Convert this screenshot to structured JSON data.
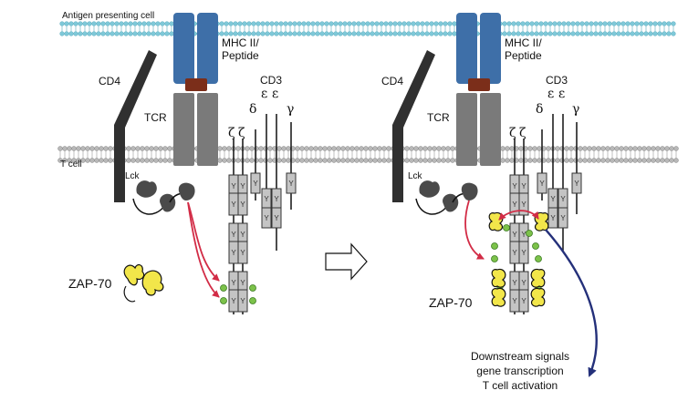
{
  "labels": {
    "apc": "Antigen presenting cell",
    "tcell": "T cell",
    "mhc": "MHC II/ Peptide",
    "mhc_line1": "MHC II/",
    "mhc_line2": "Peptide",
    "cd4": "CD4",
    "tcr": "TCR",
    "cd3": "CD3",
    "lck": "Lck",
    "zap70": "ZAP-70",
    "zeta": "ζ",
    "delta": "δ",
    "epsilon": "ε",
    "gamma": "γ",
    "itam": "Y"
  },
  "outcome": {
    "line1": "Downstream signals",
    "line2": "gene transcription",
    "line3": "T cell activation"
  },
  "colors": {
    "apc_membrane": "#7ec8d8",
    "tcell_membrane": "#b8b8b8",
    "mhc": "#3e6fa8",
    "peptide": "#7b2e1a",
    "tcr": "#7a7a7a",
    "cd4": "#303030",
    "lck": "#4a4a4a",
    "zap70": "#f2e64a",
    "chain": "#c4c4c4",
    "phosphate": "#7cc24a",
    "red_arrow": "#d22c46",
    "blue_arrow": "#24307a"
  }
}
